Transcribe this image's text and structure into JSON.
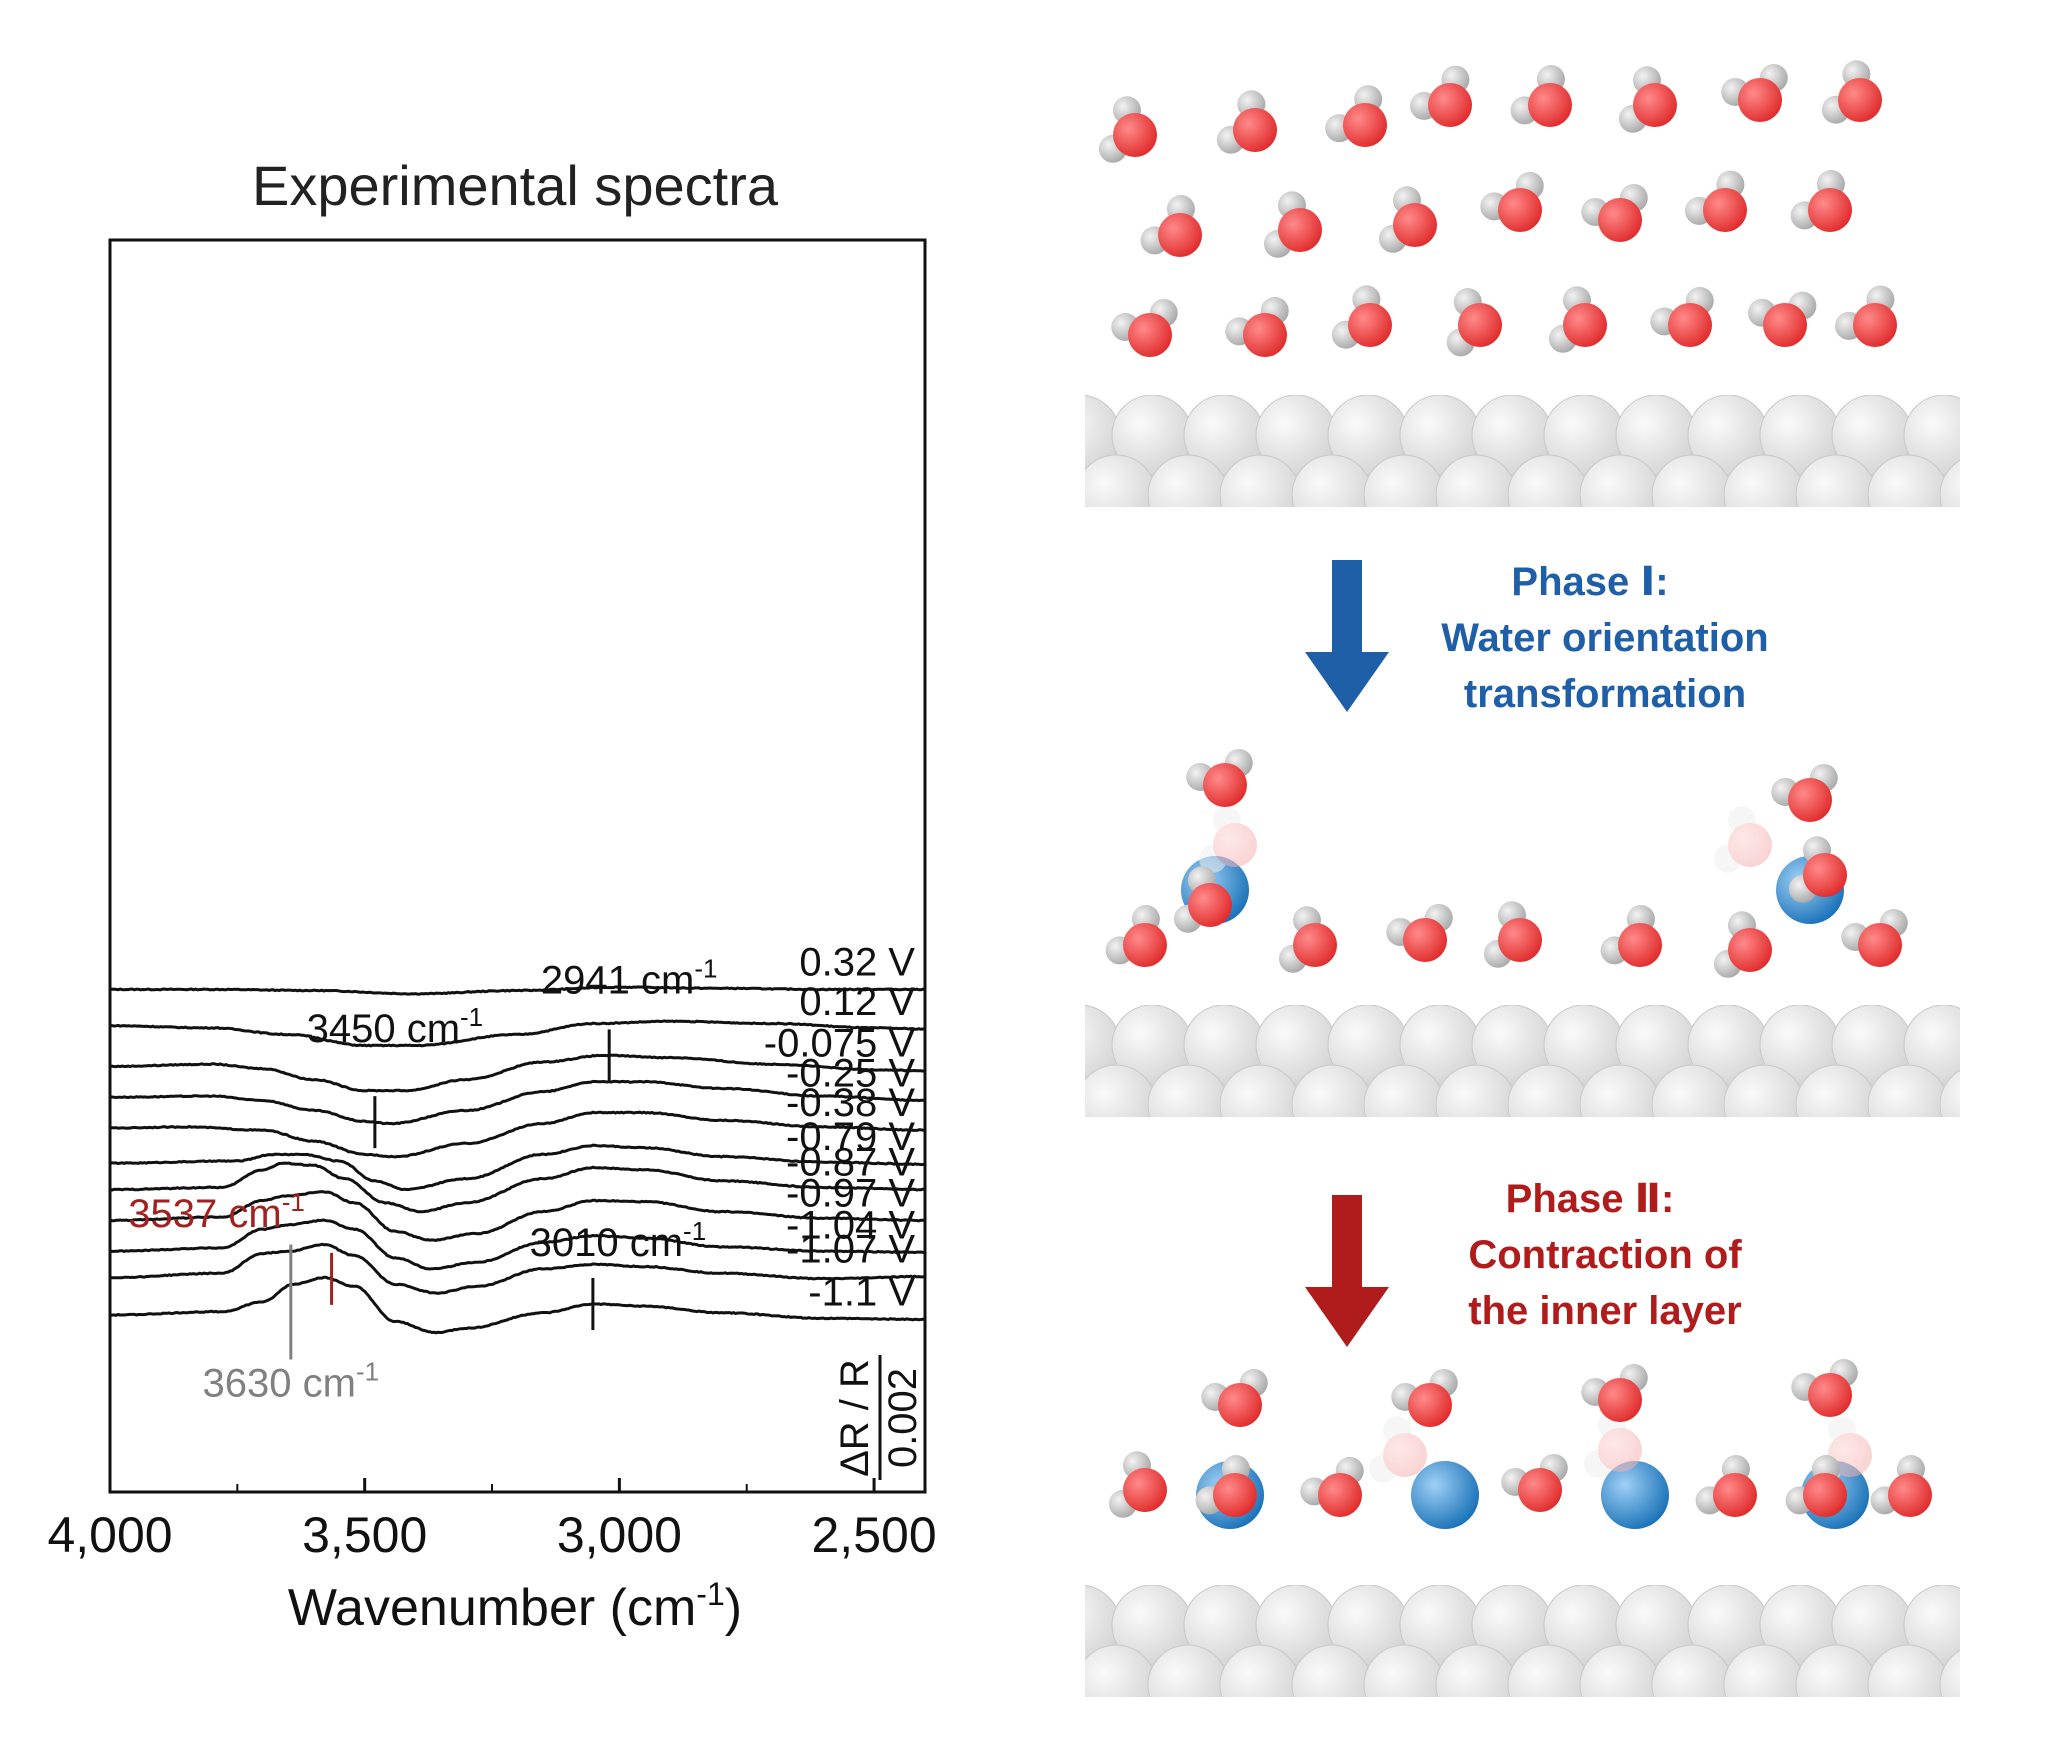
{
  "chart_data": {
    "type": "line",
    "title": "Experimental spectra",
    "xlabel": "Wavenumber (cm-1)",
    "xlim": [
      4000,
      2400
    ],
    "xreverse": true,
    "xticks": [
      4000,
      3500,
      3000,
      2500
    ],
    "xtick_labels": [
      "4,000",
      "3,500",
      "3,000",
      "2,500"
    ],
    "scale_bar": {
      "label": "ΔR / R",
      "value": "0.002"
    },
    "legend": "none",
    "series": [
      {
        "name": "0.32 V",
        "offset": 0.0246,
        "points": [
          [
            4000,
            0
          ],
          [
            3800,
            0
          ],
          [
            3600,
            -0.0001
          ],
          [
            3400,
            -0.0004
          ],
          [
            3200,
            -0.0001
          ],
          [
            3000,
            0.0002
          ],
          [
            2800,
            0.0001
          ],
          [
            2600,
            0
          ],
          [
            2400,
            0
          ]
        ]
      },
      {
        "name": "0.12 V",
        "offset": 0.0213,
        "points": [
          [
            4000,
            0
          ],
          [
            3800,
            -0.0002
          ],
          [
            3650,
            -0.0008
          ],
          [
            3500,
            -0.0018
          ],
          [
            3400,
            -0.0018
          ],
          [
            3200,
            -0.0008
          ],
          [
            3050,
            0.0002
          ],
          [
            2900,
            0.0004
          ],
          [
            2700,
            0.0002
          ],
          [
            2500,
            -0.0002
          ],
          [
            2400,
            -0.0003
          ]
        ]
      },
      {
        "name": "-0.075 V",
        "offset": 0.0176,
        "points": [
          [
            4000,
            0
          ],
          [
            3800,
            0.0002
          ],
          [
            3700,
            -0.0002
          ],
          [
            3600,
            -0.0012
          ],
          [
            3500,
            -0.0022
          ],
          [
            3420,
            -0.0022
          ],
          [
            3300,
            -0.0012
          ],
          [
            3150,
            0.0004
          ],
          [
            3030,
            0.001
          ],
          [
            2900,
            0.0008
          ],
          [
            2700,
            0.0002
          ],
          [
            2500,
            -0.0003
          ],
          [
            2400,
            -0.0004
          ]
        ]
      },
      {
        "name": "-0.25 V",
        "offset": 0.0148,
        "points": [
          [
            4000,
            0
          ],
          [
            3800,
            0.0001
          ],
          [
            3700,
            -0.0003
          ],
          [
            3600,
            -0.0012
          ],
          [
            3500,
            -0.0022
          ],
          [
            3450,
            -0.0024
          ],
          [
            3300,
            -0.0012
          ],
          [
            3150,
            0.0005
          ],
          [
            3050,
            0.0014
          ],
          [
            2950,
            0.0014
          ],
          [
            2800,
            0.0008
          ],
          [
            2600,
            0.0001
          ],
          [
            2400,
            -0.0003
          ]
        ]
      },
      {
        "name": "-0.38 V",
        "offset": 0.012,
        "points": [
          [
            4000,
            0
          ],
          [
            3850,
            0.0001
          ],
          [
            3700,
            -0.0002
          ],
          [
            3600,
            -0.0012
          ],
          [
            3500,
            -0.0024
          ],
          [
            3440,
            -0.0026
          ],
          [
            3300,
            -0.0014
          ],
          [
            3150,
            0.0004
          ],
          [
            3050,
            0.0014
          ],
          [
            2950,
            0.0014
          ],
          [
            2800,
            0.0007
          ],
          [
            2600,
            0.0001
          ],
          [
            2400,
            -0.0002
          ]
        ]
      },
      {
        "name": "-0.79 V",
        "offset": 0.0088,
        "points": [
          [
            4000,
            0
          ],
          [
            3750,
            0.0002
          ],
          [
            3680,
            0.0008
          ],
          [
            3620,
            0.0008
          ],
          [
            3550,
            0.0002
          ],
          [
            3480,
            -0.0016
          ],
          [
            3420,
            -0.0024
          ],
          [
            3300,
            -0.0014
          ],
          [
            3150,
            0.0008
          ],
          [
            3050,
            0.0016
          ],
          [
            2950,
            0.0014
          ],
          [
            2800,
            0.0006
          ],
          [
            2600,
            0.0001
          ],
          [
            2400,
            -0.0001
          ]
        ]
      },
      {
        "name": "-0.87 V",
        "offset": 0.0064,
        "points": [
          [
            4000,
            0
          ],
          [
            3780,
            0.0002
          ],
          [
            3700,
            0.0018
          ],
          [
            3660,
            0.0024
          ],
          [
            3600,
            0.0022
          ],
          [
            3540,
            0.001
          ],
          [
            3460,
            -0.0012
          ],
          [
            3390,
            -0.002
          ],
          [
            3300,
            -0.0012
          ],
          [
            3150,
            0.001
          ],
          [
            3050,
            0.002
          ],
          [
            2950,
            0.0018
          ],
          [
            2800,
            0.0008
          ],
          [
            2600,
            0.0002
          ],
          [
            2400,
            0
          ]
        ]
      },
      {
        "name": "-0.97 V",
        "offset": 0.0036,
        "points": [
          [
            4000,
            0
          ],
          [
            3780,
            0.0003
          ],
          [
            3700,
            0.0018
          ],
          [
            3660,
            0.0022
          ],
          [
            3580,
            0.0026
          ],
          [
            3520,
            0.0016
          ],
          [
            3440,
            -0.001
          ],
          [
            3370,
            -0.0018
          ],
          [
            3280,
            -0.0012
          ],
          [
            3150,
            0.0008
          ],
          [
            3050,
            0.0018
          ],
          [
            2950,
            0.0017
          ],
          [
            2800,
            0.0008
          ],
          [
            2600,
            0.0002
          ],
          [
            2400,
            0
          ]
        ]
      },
      {
        "name": "-1.04 V",
        "offset": 0.0008,
        "points": [
          [
            4000,
            0
          ],
          [
            3780,
            0.0003
          ],
          [
            3700,
            0.002
          ],
          [
            3650,
            0.0024
          ],
          [
            3580,
            0.0028
          ],
          [
            3520,
            0.002
          ],
          [
            3440,
            -0.0006
          ],
          [
            3370,
            -0.0016
          ],
          [
            3280,
            -0.001
          ],
          [
            3150,
            0.0008
          ],
          [
            3050,
            0.0014
          ],
          [
            2950,
            0.0012
          ],
          [
            2800,
            0.0004
          ],
          [
            2600,
            0
          ],
          [
            2400,
            -0.0001
          ]
        ]
      },
      {
        "name": "-1.07 V",
        "offset": -0.0016,
        "points": [
          [
            4000,
            0
          ],
          [
            3780,
            0.0004
          ],
          [
            3700,
            0.0022
          ],
          [
            3650,
            0.0024
          ],
          [
            3580,
            0.003
          ],
          [
            3520,
            0.002
          ],
          [
            3440,
            -0.0006
          ],
          [
            3360,
            -0.0014
          ],
          [
            3280,
            -0.0008
          ],
          [
            3150,
            0.0008
          ],
          [
            3050,
            0.0012
          ],
          [
            2950,
            0.001
          ],
          [
            2800,
            0.0004
          ],
          [
            2600,
            -0.0001
          ],
          [
            2400,
            0.0001
          ]
        ]
      },
      {
        "name": "-1.1 V",
        "offset": -0.005,
        "points": [
          [
            4000,
            0
          ],
          [
            3780,
            0.0003
          ],
          [
            3700,
            0.0012
          ],
          [
            3640,
            0.0028
          ],
          [
            3580,
            0.0034
          ],
          [
            3520,
            0.0026
          ],
          [
            3440,
            -0.0006
          ],
          [
            3360,
            -0.0016
          ],
          [
            3300,
            -0.0012
          ],
          [
            3150,
            0.0002
          ],
          [
            3050,
            0.001
          ],
          [
            2950,
            0.0008
          ],
          [
            2800,
            0.0002
          ],
          [
            2600,
            -0.0003
          ],
          [
            2400,
            -0.0004
          ]
        ]
      }
    ],
    "annotations": [
      {
        "text": "2941 cm-1",
        "series": "-0.075 V",
        "x": 3020,
        "color": "#111111"
      },
      {
        "text": "3450 cm-1",
        "series": "-0.25 V",
        "x": 3480,
        "color": "#111111"
      },
      {
        "text": "3537 cm-1",
        "series": "-1.1 V",
        "x": 3565,
        "color": "#a32020"
      },
      {
        "text": "3630 cm-1",
        "series": "-1.1 V",
        "x": 3645,
        "color": "#808080"
      },
      {
        "text": "3010 cm-1",
        "series": "-1.1 V",
        "x": 3052,
        "color": "#111111"
      }
    ],
    "colors": {
      "line": "#111111",
      "red": "#a32020",
      "gray": "#808080"
    }
  },
  "scene": {
    "phase1": {
      "title": "Phase Ⅰ:",
      "line2": "Water orientation",
      "line3": "transformation",
      "color": "#1f5fa8"
    },
    "phase2": {
      "title": "Phase Ⅱ:",
      "line2": "Contraction of",
      "line3": "the inner layer",
      "color": "#b01c1c"
    },
    "colors": {
      "oxygen": "#e02b2b",
      "hydrogen": "#a8a8a8",
      "cation": "#1a72b8",
      "surface": "#e4e4e4"
    }
  }
}
